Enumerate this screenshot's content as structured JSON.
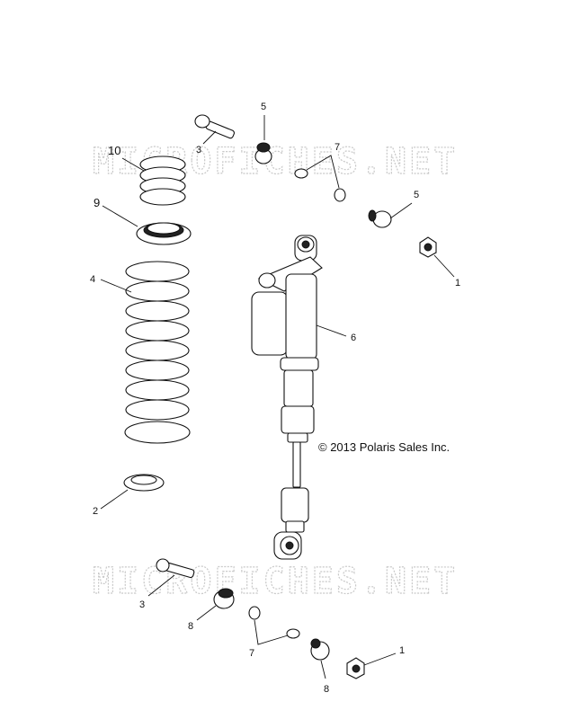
{
  "watermark": "MICROFICHES.NET",
  "copyright": "© 2013 Polaris Sales Inc.",
  "callouts": {
    "c1a": "1",
    "c1b": "1",
    "c2": "2",
    "c3a": "3",
    "c3b": "3",
    "c4": "4",
    "c5a": "5",
    "c5b": "5",
    "c6": "6",
    "c7a": "7",
    "c7b": "7",
    "c8a": "8",
    "c8b": "8",
    "c9": "9",
    "c10": "10"
  }
}
